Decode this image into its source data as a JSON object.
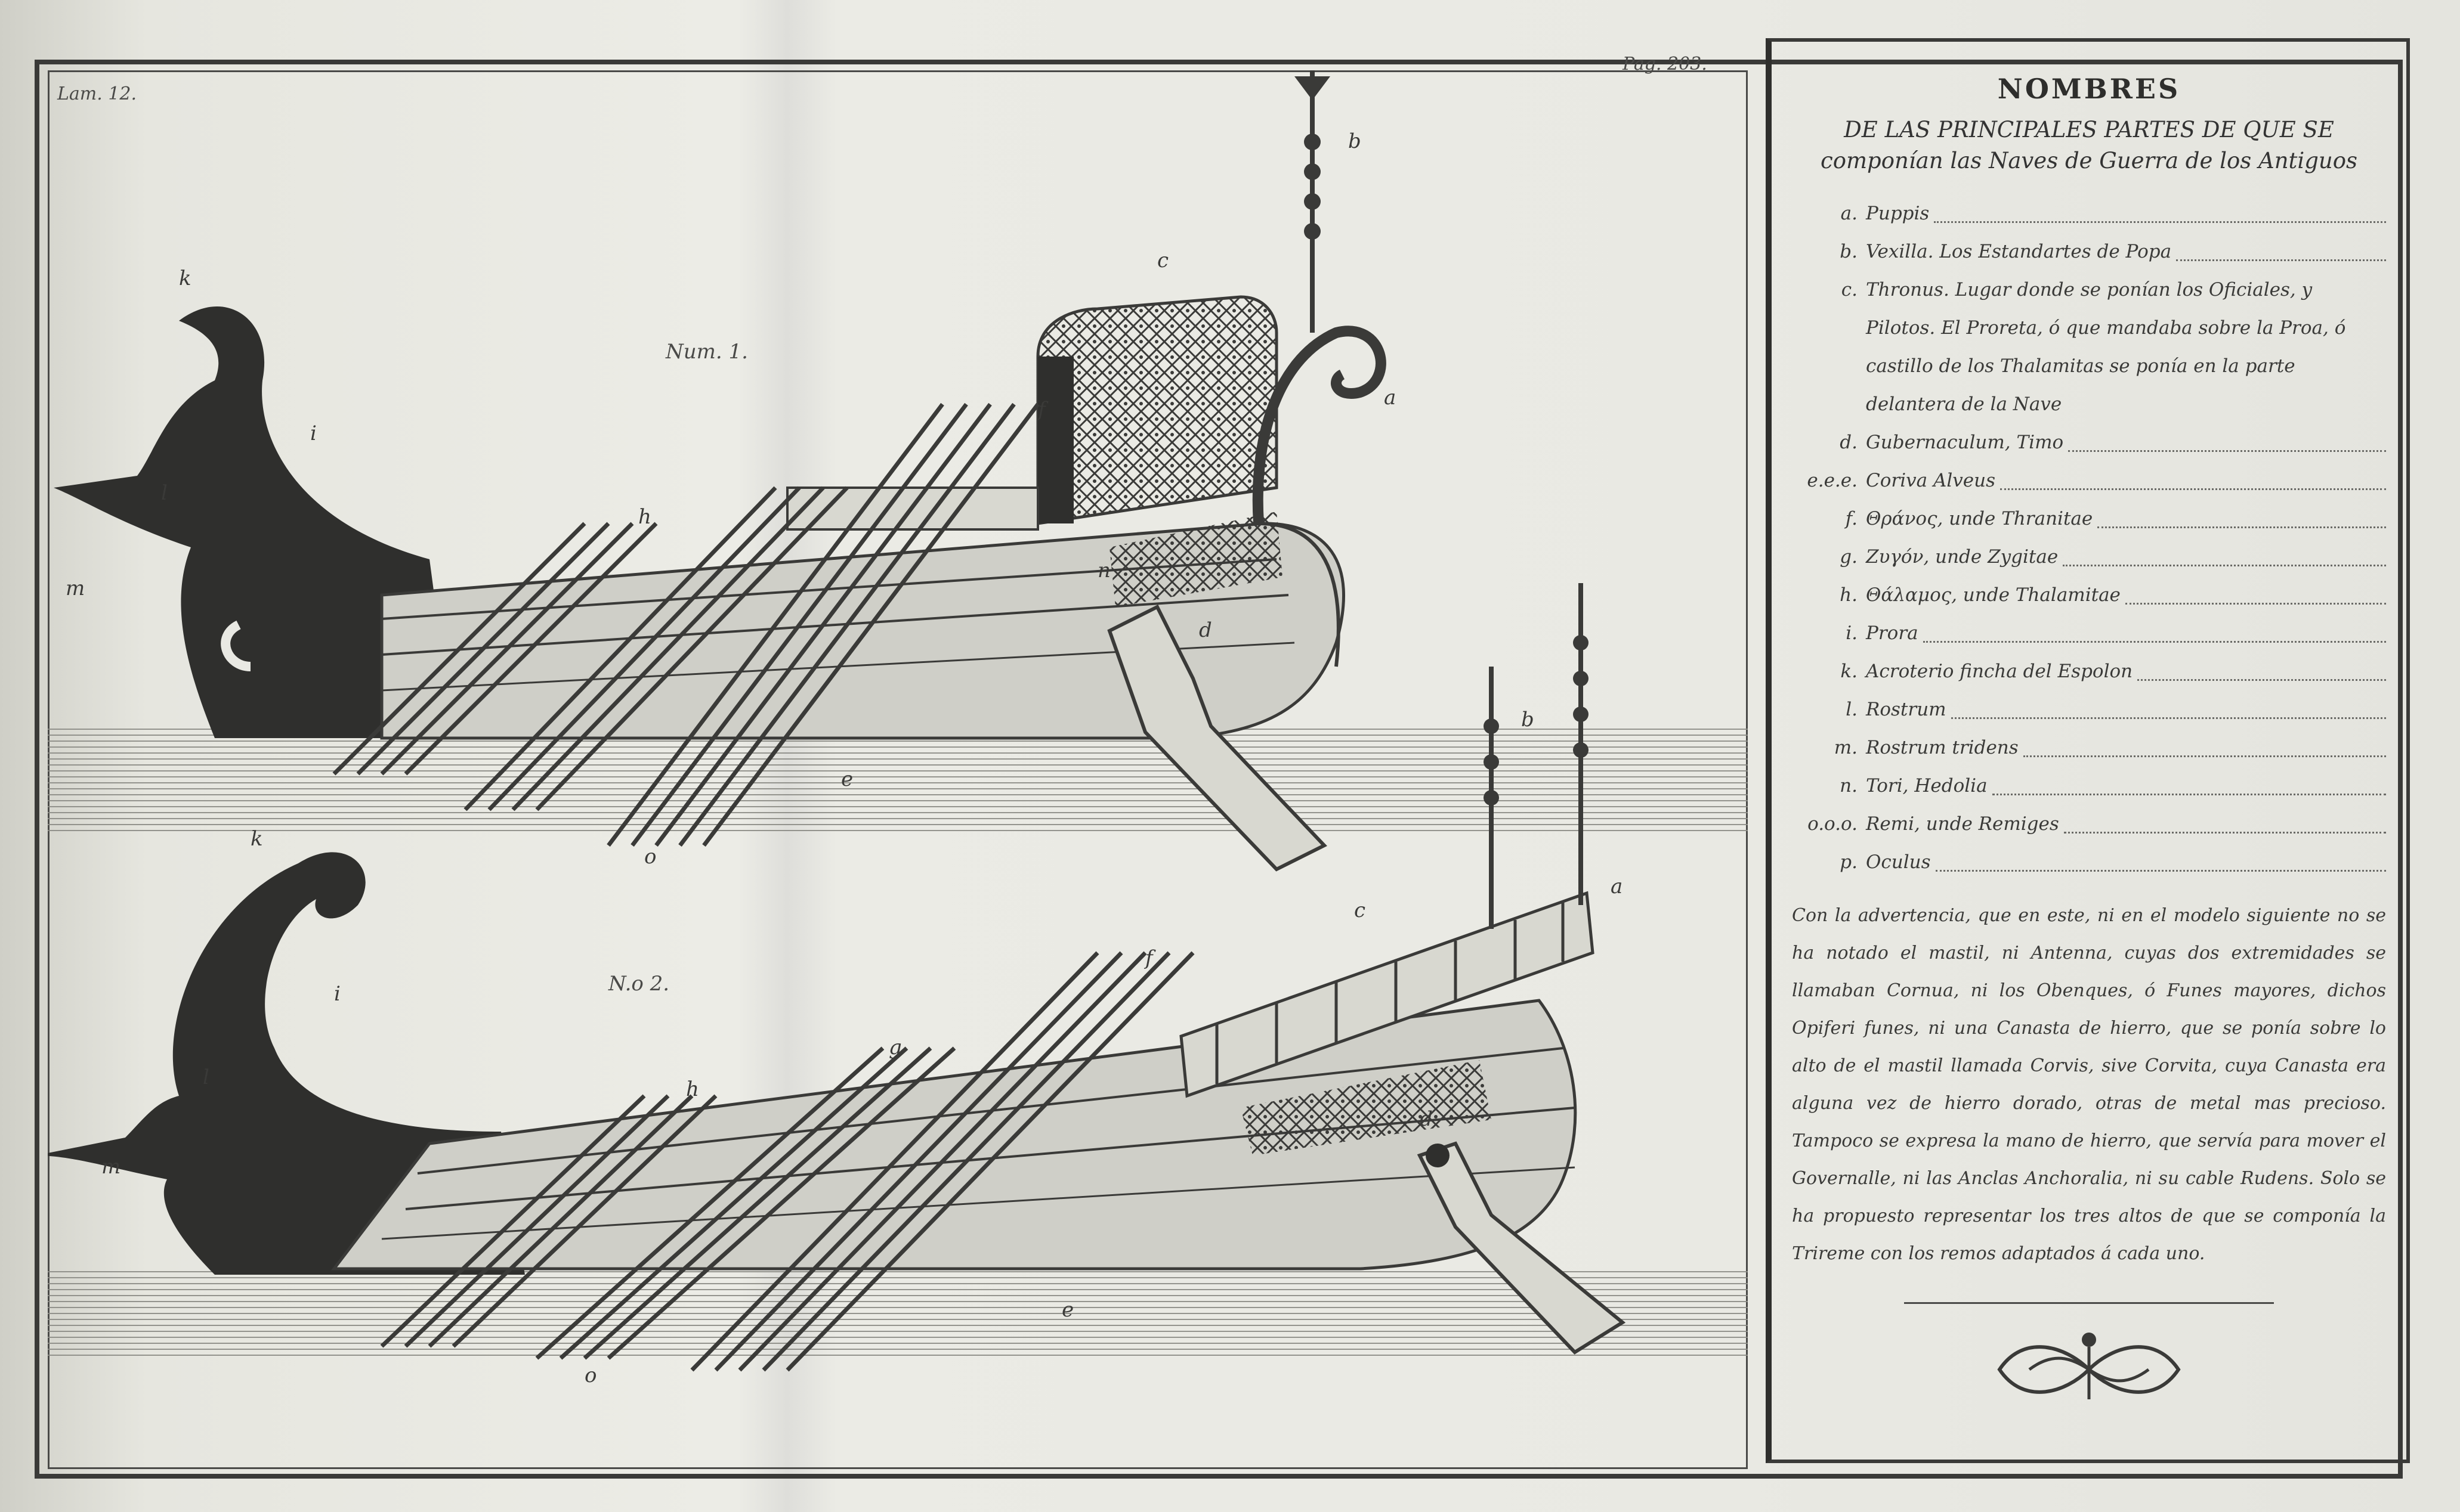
{
  "corner_left": "Lam. 12.",
  "corner_right": "Pag. 203.",
  "figure_1_label": "Num. 1.",
  "figure_2_label": "N.o 2.",
  "ship_letters": {
    "a": "a",
    "b": "b",
    "c": "c",
    "d": "d",
    "e": "e",
    "f": "f",
    "g": "g",
    "h": "h",
    "i": "i",
    "k": "k",
    "l": "l",
    "m": "m",
    "n": "n",
    "o": "o"
  },
  "legend": {
    "title": "NOMBRES",
    "subtitle_line1": "DE LAS PRINCIPALES PARTES DE QUE SE",
    "subtitle_line2": "componían las Naves de Guerra de los Antiguos",
    "items": [
      {
        "letter": "a.",
        "text": "Puppis"
      },
      {
        "letter": "b.",
        "text": "Vexilla. Los Estandartes de Popa"
      },
      {
        "letter": "c.",
        "text": "Thronus. Lugar donde se ponían los Oficiales, y Pilotos. El Proreta, ó que mandaba sobre la Proa, ó castillo de los Thalamitas se ponía en la parte delantera de la Nave"
      },
      {
        "letter": "d.",
        "text": "Gubernaculum, Timo"
      },
      {
        "letter": "e.e.e.",
        "text": "Coriva Alveus"
      },
      {
        "letter": "f.",
        "text": "Θράνος, unde Thranitae"
      },
      {
        "letter": "g.",
        "text": "Ζυγόν, unde Zygitae"
      },
      {
        "letter": "h.",
        "text": "Θάλαμος, unde Thalamitae"
      },
      {
        "letter": "i.",
        "text": "Prora"
      },
      {
        "letter": "k.",
        "text": "Acroterio fincha del Espolon"
      },
      {
        "letter": "l.",
        "text": "Rostrum"
      },
      {
        "letter": "m.",
        "text": "Rostrum tridens"
      },
      {
        "letter": "n.",
        "text": "Tori, Hedolia"
      },
      {
        "letter": "o.o.o.",
        "text": "Remi, unde Remiges"
      },
      {
        "letter": "p.",
        "text": "Oculus"
      }
    ],
    "note": "Con la advertencia, que en este, ni en el modelo siguiente no se ha notado el mastil, ni Antenna, cuyas dos extremidades se llamaban Cornua, ni los Obenques, ó Funes mayores, dichos Opiferi funes, ni una Canasta de hierro, que se ponía sobre lo alto de el mastil llamada Corvis, sive Corvita, cuya Canasta era alguna vez de hierro dorado, otras de metal mas precioso. Tampoco se expresa la mano de hierro, que servía para mover el Governalle, ni las Anclas Anchoralia, ni su cable Rudens. Solo se ha propuesto representar los tres altos de que se componía la Trireme con los remos adaptados á cada uno."
  },
  "colors": {
    "ink": "#2e2e2c",
    "paper": "#e9e9e3",
    "water": "#a9a9a3"
  }
}
